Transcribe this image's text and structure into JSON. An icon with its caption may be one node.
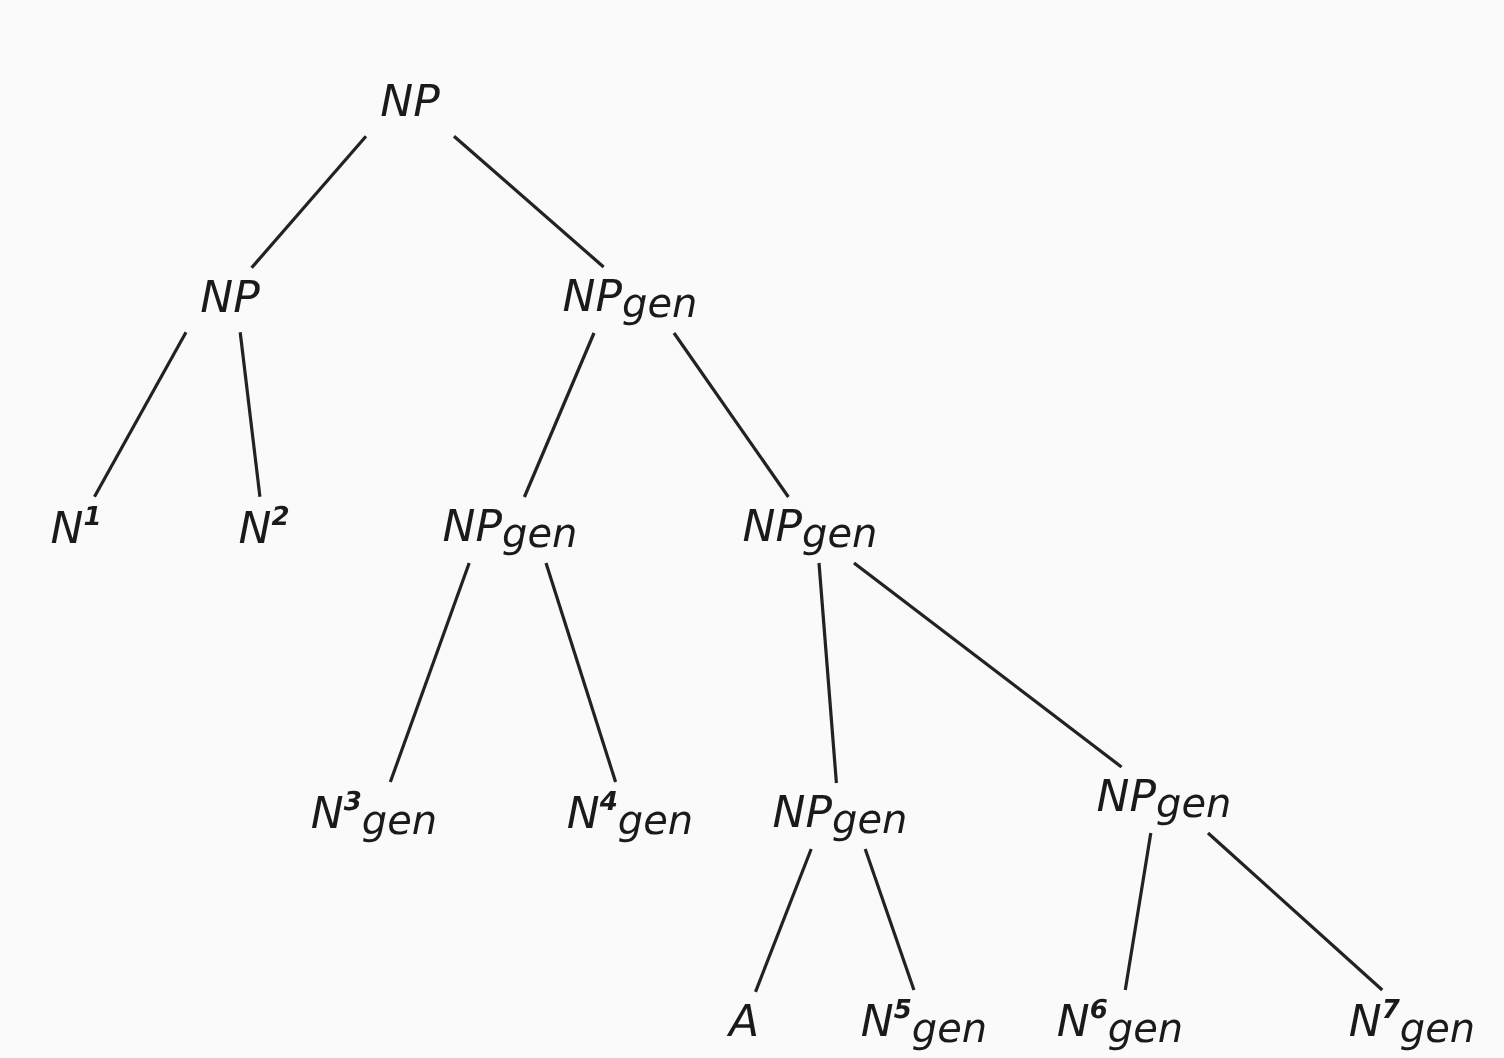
{
  "diagram": {
    "nodes": [
      {
        "text": [
          "NP"
        ]
      },
      {
        "text": [
          "NP"
        ]
      },
      {
        "text": [
          "NP$_{gen}$"
        ]
      },
      {
        "text": [
          "N$^{1}$"
        ]
      },
      {
        "text": [
          "N$^{2}$"
        ]
      },
      {
        "text": [
          "NP$_{gen}$"
        ]
      },
      {
        "text": [
          "NP$_{gen}$"
        ]
      },
      {
        "text": [
          "N$^{3}$$_{gen}$"
        ]
      },
      {
        "text": [
          "N$^{4}$$_{gen}$"
        ]
      },
      {
        "text": [
          "NP$_{gen}$"
        ]
      },
      {
        "text": [
          "NP$_{gen}$"
        ]
      },
      {
        "text": [
          "A"
        ]
      },
      {
        "text": [
          "N$^{5}$$_{gen}$"
        ]
      },
      {
        "text": [
          "N$^{6}$$_{gen}$"
        ]
      },
      {
        "text": [
          "N$^{7}$$_{gen}$"
        ]
      }
    ],
    "edges": [
      {
        "from": 0,
        "to": 1,
        "arrow": "none"
      },
      {
        "from": 0,
        "to": 2,
        "arrow": "none"
      },
      {
        "from": 1,
        "to": 3,
        "arrow": "none"
      },
      {
        "from": 1,
        "to": 4,
        "arrow": "none"
      },
      {
        "from": 2,
        "to": 5,
        "arrow": "none"
      },
      {
        "from": 2,
        "to": 6,
        "arrow": "none"
      },
      {
        "from": 5,
        "to": 7,
        "arrow": "none"
      },
      {
        "from": 5,
        "to": 8,
        "arrow": "none"
      },
      {
        "from": 6,
        "to": 9,
        "arrow": "none"
      },
      {
        "from": 6,
        "to": 10,
        "arrow": "none"
      },
      {
        "from": 9,
        "to": 11,
        "arrow": "none"
      },
      {
        "from": 9,
        "to": 12,
        "arrow": "none"
      },
      {
        "from": 10,
        "to": 13,
        "arrow": "none"
      },
      {
        "from": 10,
        "to": 14,
        "arrow": "none"
      }
    ]
  }
}
